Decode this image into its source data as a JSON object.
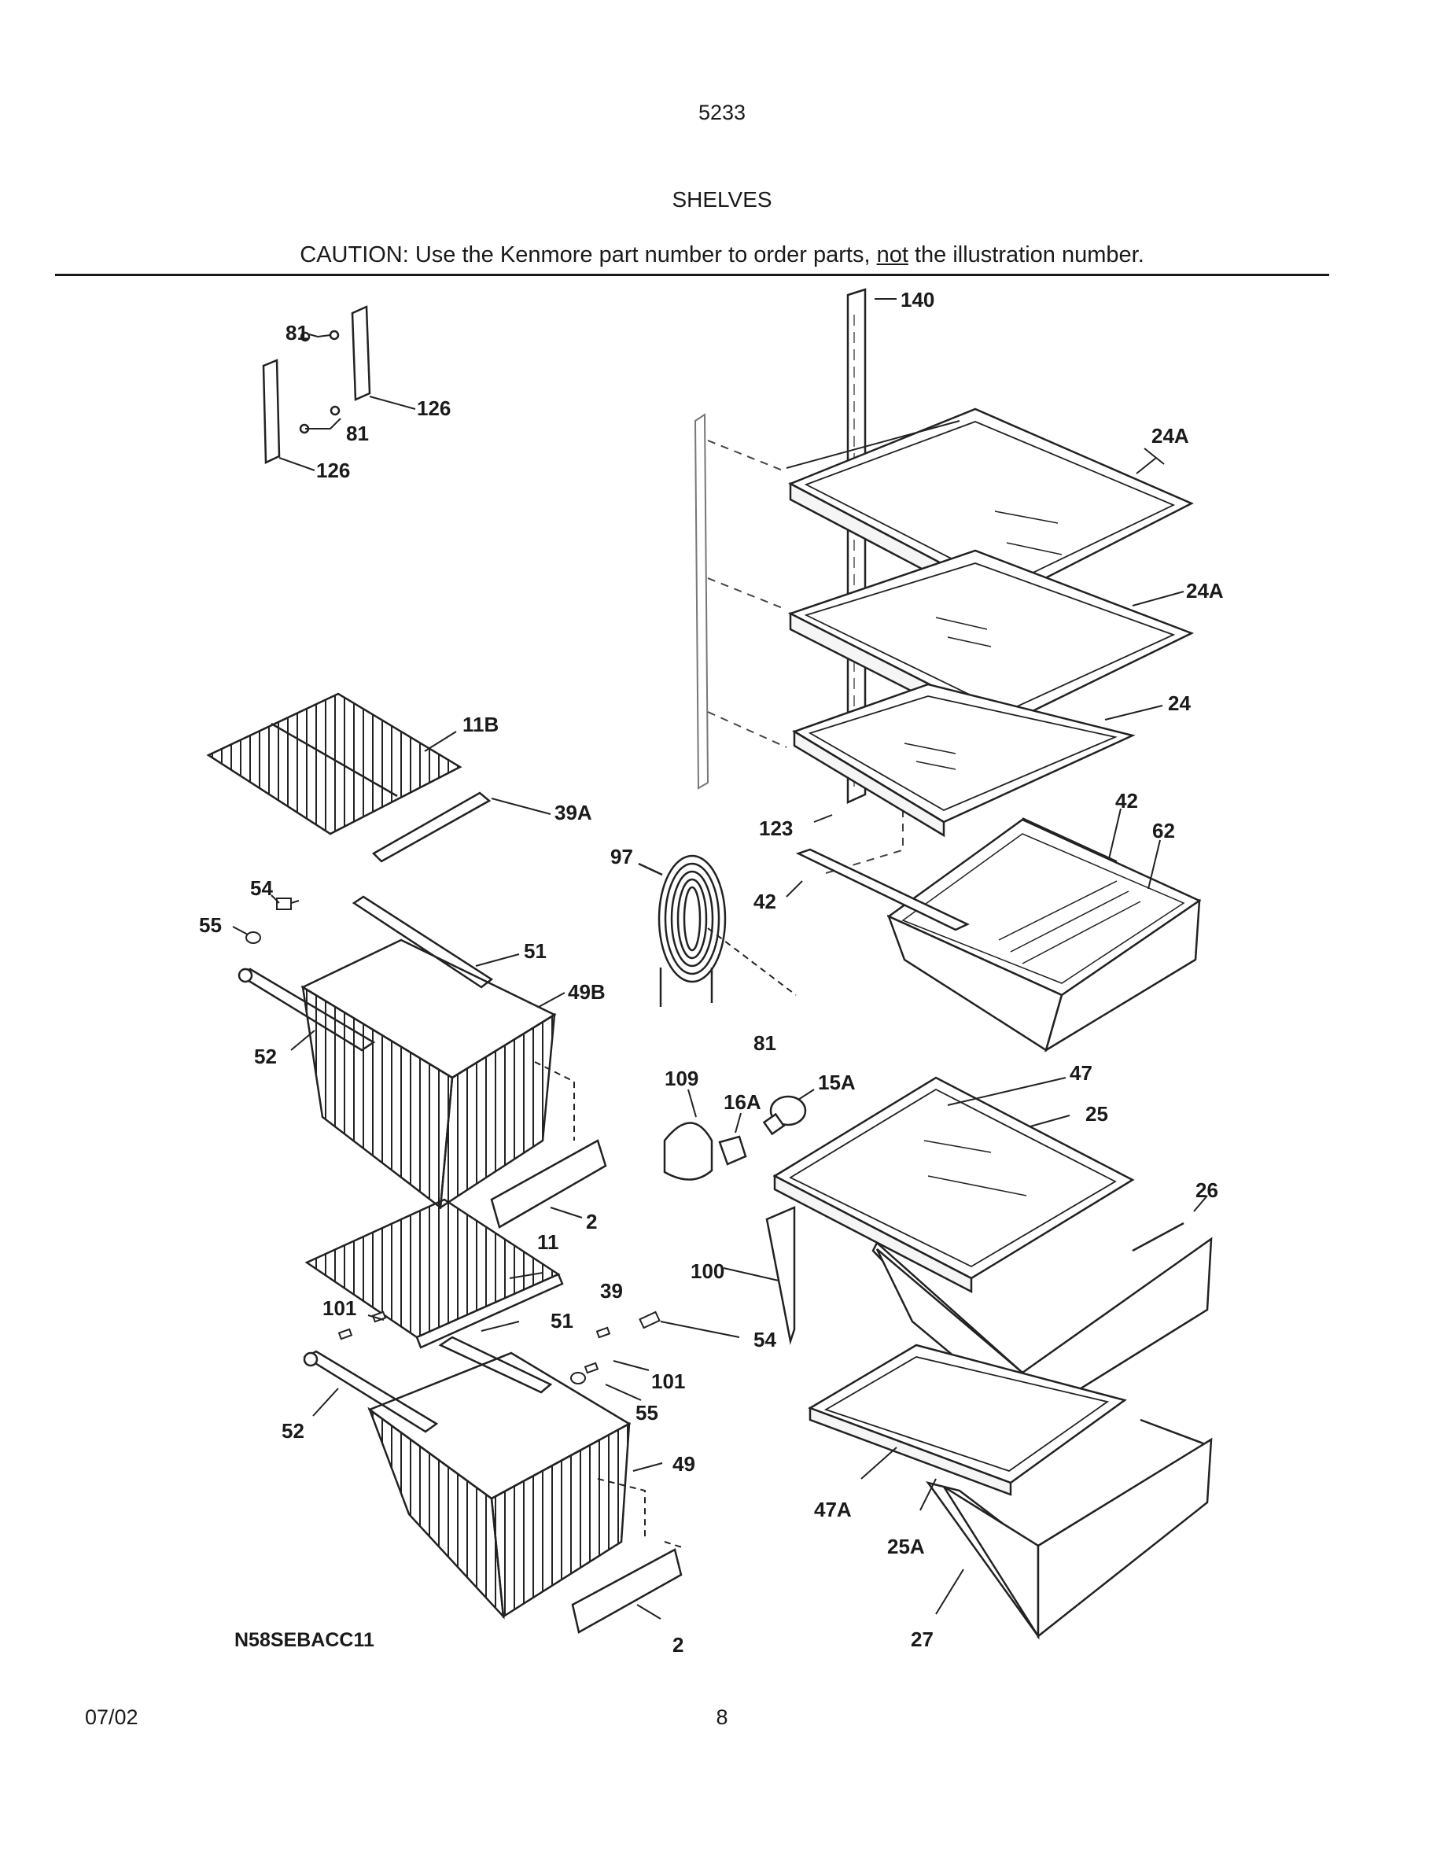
{
  "header": {
    "model": "5233",
    "section_title": "SHELVES",
    "caution_prefix": "CAUTION: Use the Kenmore part number to order parts, ",
    "caution_emphasis": "not",
    "caution_suffix": " the illustration number."
  },
  "diagram": {
    "code": "N58SEBACC11",
    "callouts": {
      "c140": "140",
      "c81a": "81",
      "c126a": "126",
      "c81b": "81",
      "c126b": "126",
      "c24Aa": "24A",
      "c24Ab": "24A",
      "c24": "24",
      "c11B": "11B",
      "c39A": "39A",
      "c42a": "42",
      "c62": "62",
      "c97": "97",
      "c123": "123",
      "c42b": "42",
      "c54a": "54",
      "c55a": "55",
      "c51a": "51",
      "c49B": "49B",
      "c81c": "81",
      "c52a": "52",
      "c109": "109",
      "c16A": "16A",
      "c15A": "15A",
      "c47": "47",
      "c25": "25",
      "c2a": "2",
      "c26": "26",
      "c11": "11",
      "c100": "100",
      "c39": "39",
      "c101a": "101",
      "c51b": "51",
      "c54b": "54",
      "c101b": "101",
      "c55b": "55",
      "c52b": "52",
      "c49": "49",
      "c47A": "47A",
      "c25A": "25A",
      "c27": "27",
      "c2b": "2"
    }
  },
  "footer": {
    "date": "07/02",
    "page_number": "8"
  }
}
